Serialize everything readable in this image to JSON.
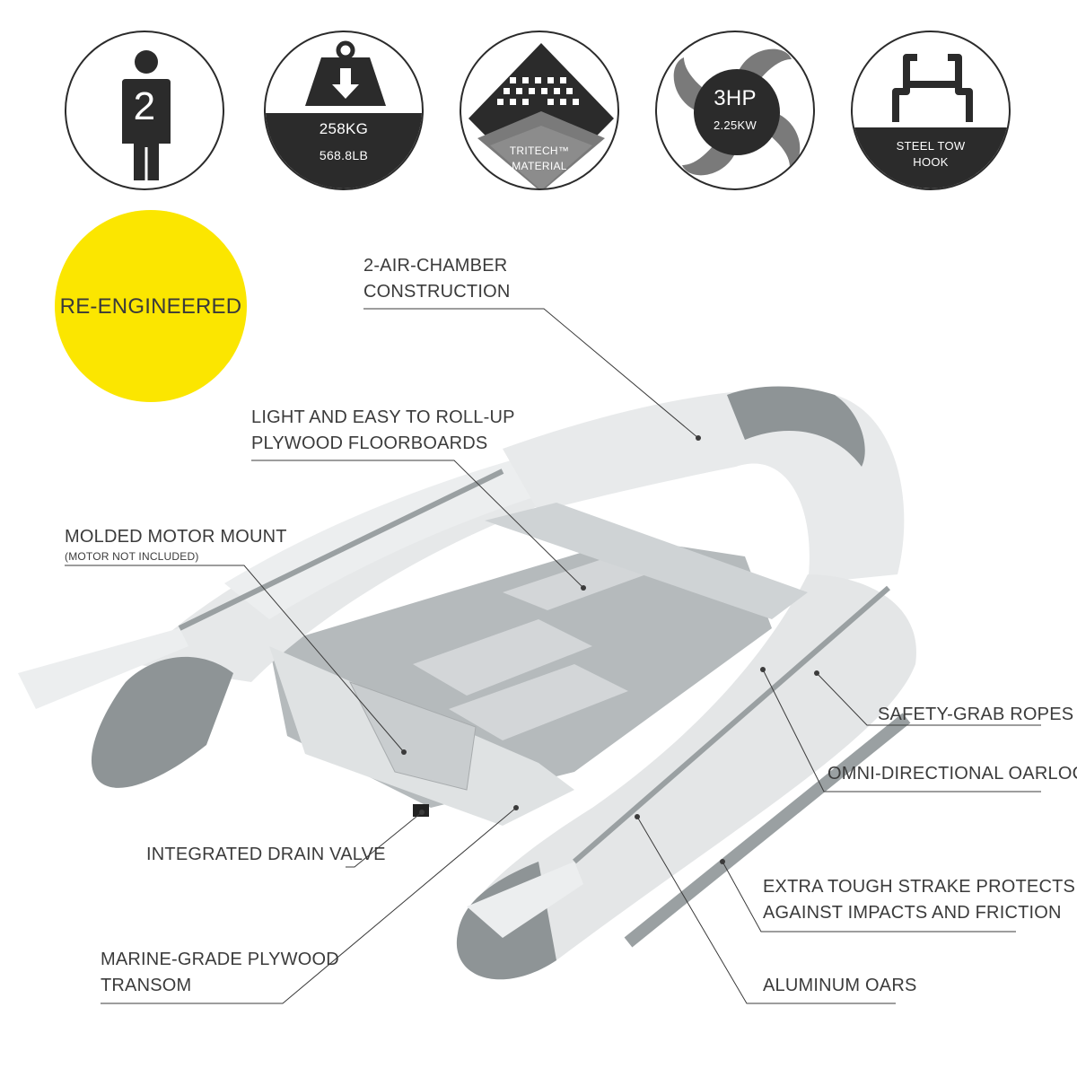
{
  "badges": {
    "persons": {
      "icon": "person-icon",
      "number": "2"
    },
    "weight": {
      "icon": "weight-icon",
      "kg": "258KG",
      "lb": "568.8LB"
    },
    "material": {
      "icon": "tritech-material-icon",
      "line1": "TRITECH™",
      "line2": "MATERIAL"
    },
    "motor": {
      "icon": "propeller-icon",
      "hp": "3HP",
      "kw": "2.25KW"
    },
    "hook": {
      "icon": "tow-hook-icon",
      "line1": "STEEL TOW",
      "line2": "HOOK"
    }
  },
  "reengineered": "RE-ENGINEERED",
  "features": {
    "air_chamber": {
      "line1": "2-AIR-CHAMBER",
      "line2": "CONSTRUCTION"
    },
    "floorboards": {
      "line1": "LIGHT AND EASY TO ROLL-UP",
      "line2": "PLYWOOD FLOORBOARDS"
    },
    "motor_mount": {
      "line1": "MOLDED MOTOR MOUNT",
      "line2": "(MOTOR NOT INCLUDED)"
    },
    "grab_ropes": "SAFETY-GRAB ROPES",
    "oarlocks": "OMNI-DIRECTIONAL OARLOCKS",
    "drain_valve": "INTEGRATED DRAIN VALVE",
    "strake": {
      "line1": "EXTRA TOUGH STRAKE PROTECTS",
      "line2": "AGAINST IMPACTS AND FRICTION"
    },
    "transom": {
      "line1": "MARINE-GRADE PLYWOOD",
      "line2": "TRANSOM"
    },
    "oars": "ALUMINUM OARS"
  },
  "colors": {
    "badge_dark": "#2b2b2b",
    "badge_gray": "#7a7a7a",
    "accent_yellow": "#fbe600",
    "boat_white": "#e6e8e9",
    "boat_gray": "#8e9496"
  }
}
